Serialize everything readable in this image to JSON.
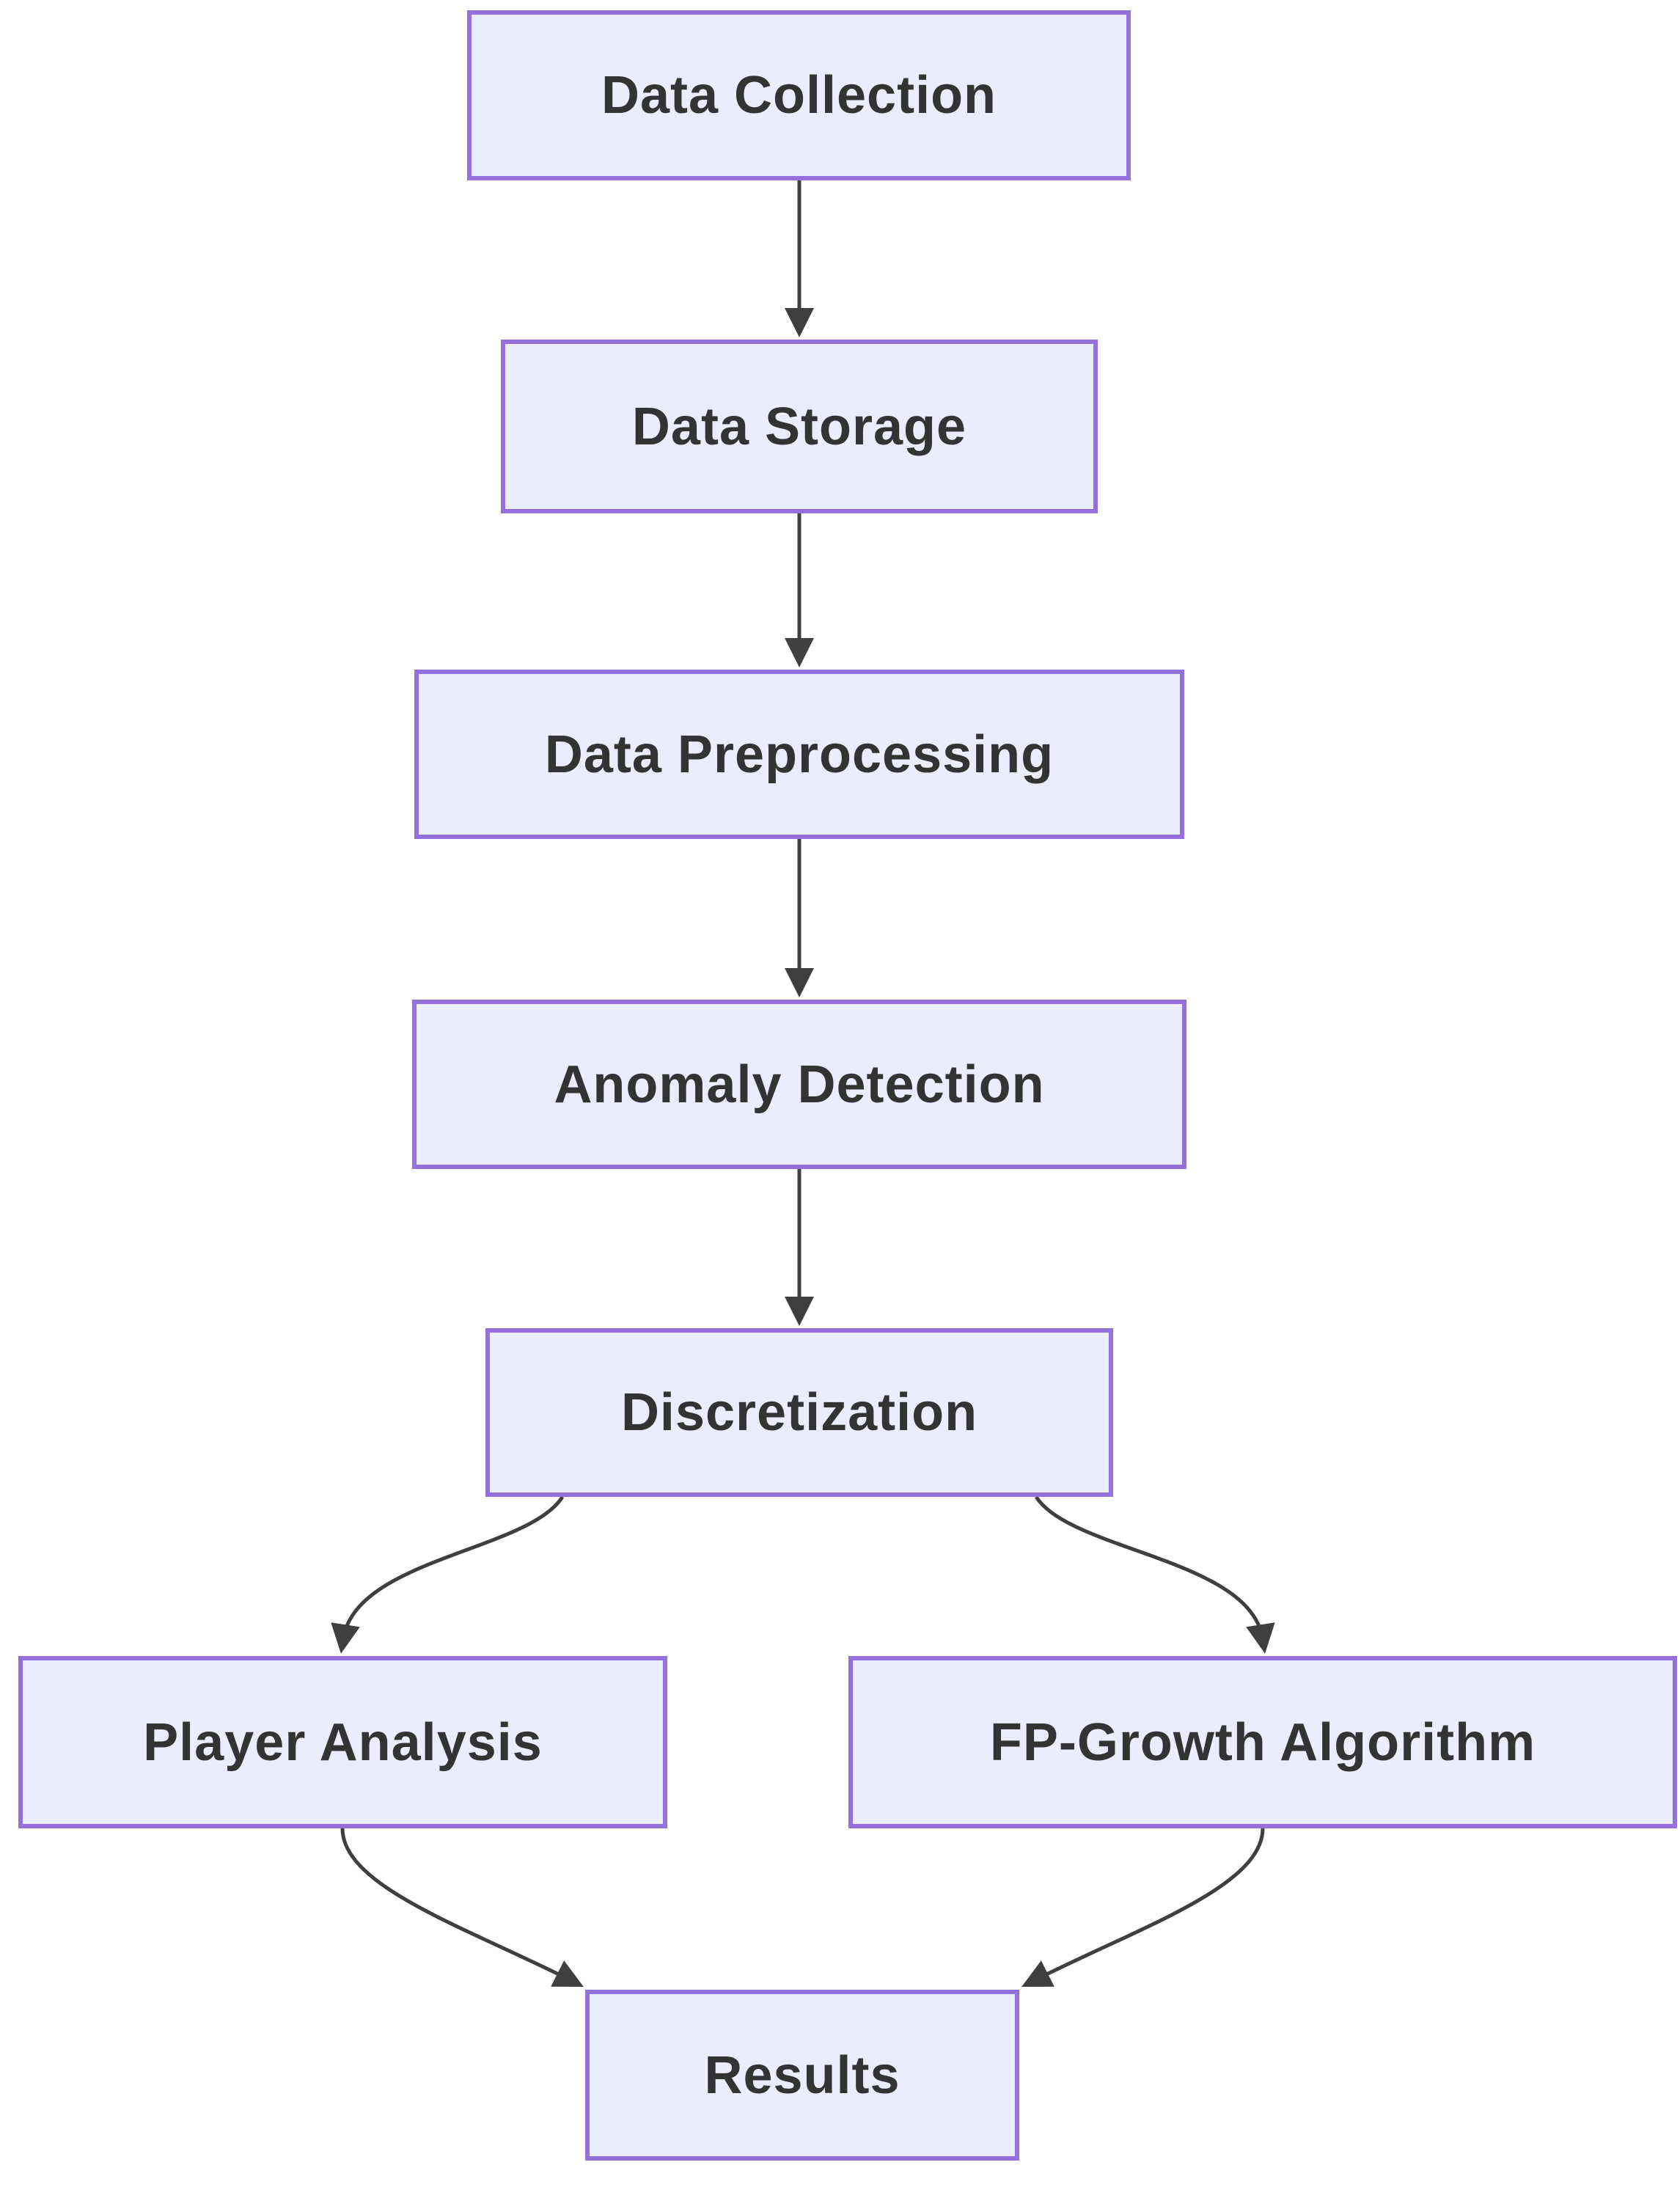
{
  "diagram": {
    "type": "flowchart",
    "direction": "top-down",
    "colors": {
      "background": "#ffffff",
      "node_fill": "#ECECFF",
      "node_border": "#9370DB",
      "edge": "#3f3f3f",
      "text": "#333333"
    },
    "nodes": [
      {
        "id": "data_collection",
        "label": "Data Collection"
      },
      {
        "id": "data_storage",
        "label": "Data Storage"
      },
      {
        "id": "data_preprocessing",
        "label": "Data Preprocessing"
      },
      {
        "id": "anomaly_detection",
        "label": "Anomaly Detection"
      },
      {
        "id": "discretization",
        "label": "Discretization"
      },
      {
        "id": "player_analysis",
        "label": "Player Analysis"
      },
      {
        "id": "fp_growth",
        "label": "FP-Growth Algorithm"
      },
      {
        "id": "results",
        "label": "Results"
      }
    ],
    "edges": [
      {
        "from": "data_collection",
        "to": "data_storage"
      },
      {
        "from": "data_storage",
        "to": "data_preprocessing"
      },
      {
        "from": "data_preprocessing",
        "to": "anomaly_detection"
      },
      {
        "from": "anomaly_detection",
        "to": "discretization"
      },
      {
        "from": "discretization",
        "to": "player_analysis"
      },
      {
        "from": "discretization",
        "to": "fp_growth"
      },
      {
        "from": "player_analysis",
        "to": "results"
      },
      {
        "from": "fp_growth",
        "to": "results"
      }
    ]
  }
}
